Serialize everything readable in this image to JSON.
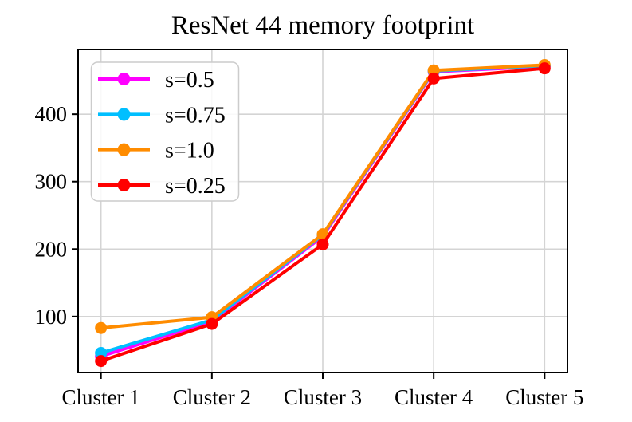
{
  "chart_data": {
    "type": "line",
    "title": "ResNet 44 memory footprint",
    "xlabel": "",
    "ylabel": "",
    "categories": [
      "Cluster 1",
      "Cluster 2",
      "Cluster 3",
      "Cluster 4",
      "Cluster 5"
    ],
    "series": [
      {
        "name": "s=0.5",
        "color": "#FF00FF",
        "values": [
          41,
          93,
          219,
          463,
          471
        ]
      },
      {
        "name": "s=0.75",
        "color": "#00BFFF",
        "values": [
          46,
          95,
          221,
          464,
          472
        ]
      },
      {
        "name": "s=1.0",
        "color": "#FF8C00",
        "values": [
          83,
          99,
          222,
          465,
          473
        ]
      },
      {
        "name": "s=0.25",
        "color": "#FF0000",
        "values": [
          34,
          89,
          207,
          453,
          468
        ]
      }
    ],
    "yticks": [
      100,
      200,
      300,
      400
    ],
    "ylim": [
      17,
      496
    ],
    "grid": true,
    "grid_color": "#d4d4d4",
    "legend_position": "upper left",
    "marker": "o",
    "frame_color": "#000000",
    "background_color": "#ffffff"
  }
}
